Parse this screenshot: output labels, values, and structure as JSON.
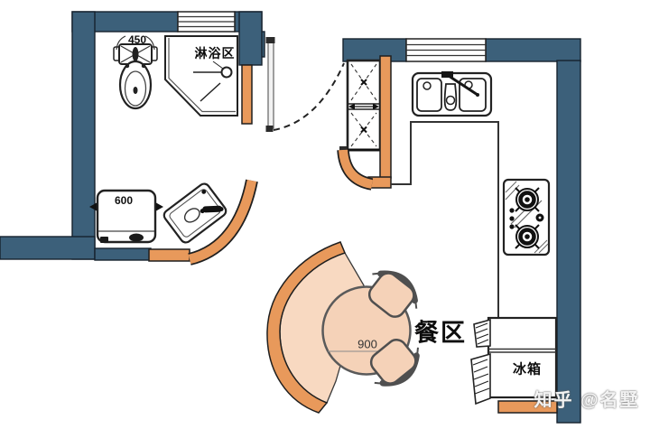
{
  "plan_labels": {
    "shower_area": "淋浴区",
    "dining_area": "餐区",
    "fridge": "冰箱",
    "dim_toilet": "450",
    "dim_cabinet": "600",
    "dim_table": "900"
  },
  "watermark": "知乎 @名墅",
  "colors": {
    "wall": "#3c607a",
    "accent": "#e8995b",
    "peach": "#f8d9c1",
    "peach_dark": "#f5d2b8"
  }
}
